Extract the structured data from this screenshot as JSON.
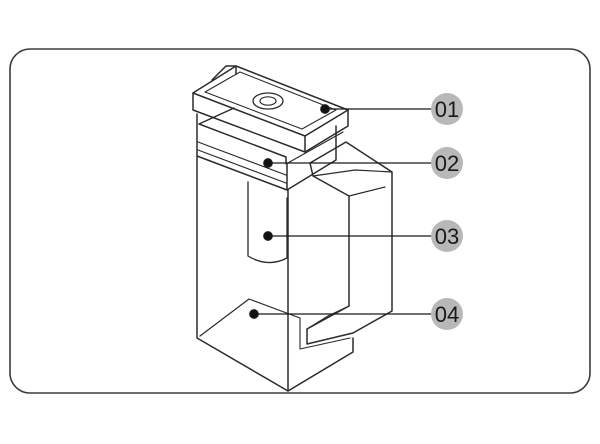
{
  "callouts": [
    {
      "number": "01",
      "part": "lid"
    },
    {
      "number": "02",
      "part": "collar"
    },
    {
      "number": "03",
      "part": "inner-tube"
    },
    {
      "number": "04",
      "part": "container-base"
    }
  ],
  "colors": {
    "frame": "#3c3c3c",
    "stroke": "#2b2b2b",
    "badge": "#b8b8b8",
    "dot": "#111111",
    "background": "#ffffff"
  }
}
